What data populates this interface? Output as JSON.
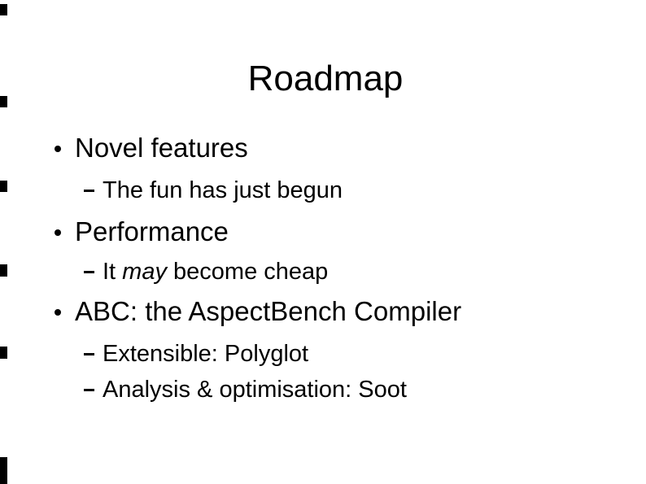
{
  "slide": {
    "title": "Roadmap",
    "bullets": [
      {
        "level": 1,
        "text": "Novel features"
      },
      {
        "level": 2,
        "text": "The fun has just begun"
      },
      {
        "level": 1,
        "text": "Performance"
      },
      {
        "level": 2,
        "text_pre": "It ",
        "text_italic": "may",
        "text_post": " become cheap"
      },
      {
        "level": 1,
        "text": "ABC: the AspectBench Compiler"
      },
      {
        "level": 2,
        "text": "Extensible: Polyglot"
      },
      {
        "level": 2,
        "text": "Analysis & optimisation: Soot"
      }
    ]
  },
  "colors": {
    "background": "#ffffff",
    "text": "#000000",
    "edge_mark": "#000000"
  },
  "artifacts": {
    "edge_mark_count": 6,
    "description": "small dark scan marks along left edge"
  }
}
